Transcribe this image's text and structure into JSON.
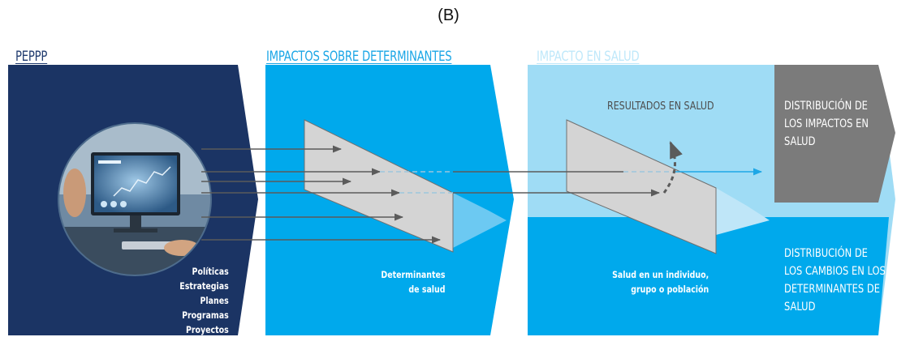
{
  "figure_label": "(B)",
  "panels": {
    "peppp": {
      "title": "PEPPP",
      "items": [
        "Políticas",
        "Estrategias",
        "Planes",
        "Programas",
        "Proyectos"
      ]
    },
    "determinants": {
      "title": "IMPACTOS SOBRE DETERMINANTES",
      "label_line1": "Determinantes",
      "label_line2": "de salud"
    },
    "health": {
      "title": "IMPACTO EN SALUD",
      "results": "RESULTADOS EN SALUD",
      "label_line1": "Salud en un individuo,",
      "label_line2": "grupo o población",
      "dist_impacts": [
        "DISTRIBUCIÓN DE",
        "LOS IMPACTOS EN",
        "SALUD"
      ],
      "dist_changes": [
        "DISTRIBUCIÓN DE",
        "LOS CAMBIOS EN LOS",
        "DETERMINANTES DE",
        "SALUD"
      ]
    }
  },
  "colors": {
    "navy": "#1b3464",
    "blue": "#00a9ec",
    "light_blue": "#9fdcf5",
    "grey_box": "#7b7b7b",
    "prism": "#d4d4d4",
    "arrow": "#5b5b5b",
    "accent_arrow": "#1ea7e6"
  }
}
